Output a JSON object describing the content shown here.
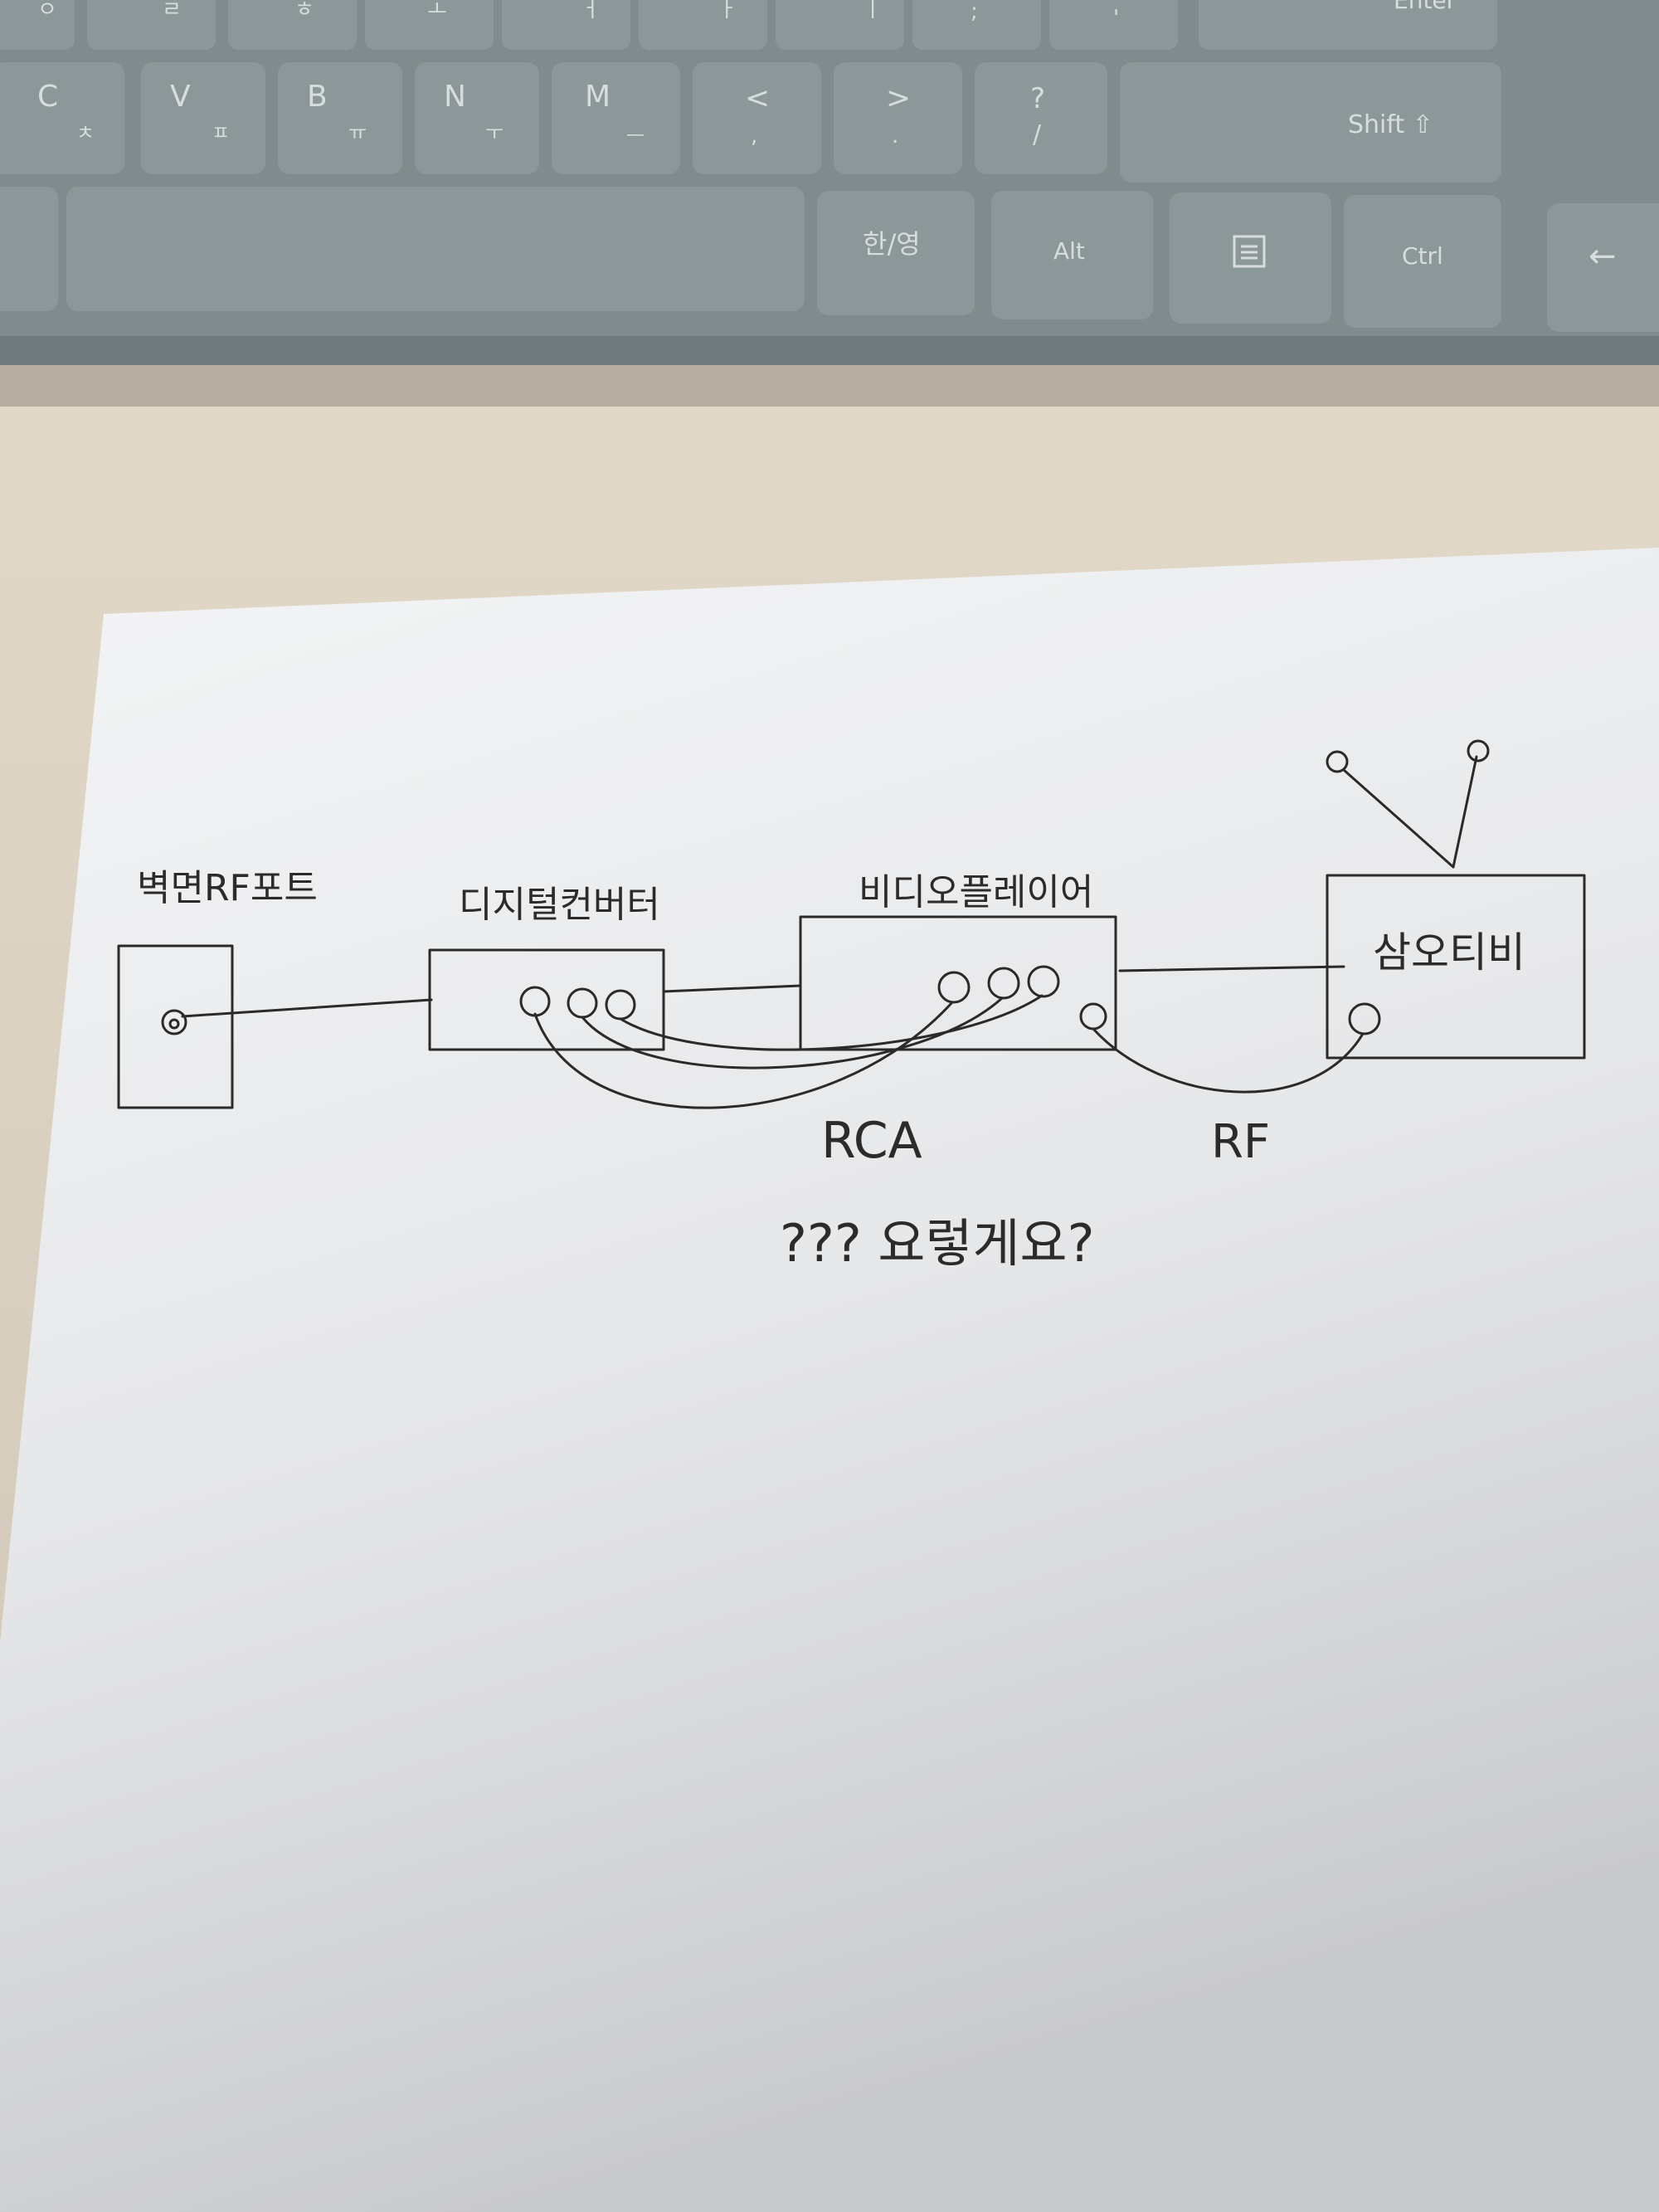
{
  "keyboard": {
    "top_row": [
      "ㅇ",
      "ㄹ",
      "ㅎ",
      "ㅗ",
      "ㅓ",
      "ㅏ",
      "ㅣ",
      ";",
      "'",
      "Enter"
    ],
    "middle_row": [
      {
        "main": "C",
        "sub": "ㅊ"
      },
      {
        "main": "V",
        "sub": "ㅍ"
      },
      {
        "main": "B",
        "sub": "ㅠ"
      },
      {
        "main": "N",
        "sub": "ㅜ"
      },
      {
        "main": "M",
        "sub": "ㅡ"
      },
      {
        "main": "<",
        "sub": ","
      },
      {
        "main": ">",
        "sub": "."
      },
      {
        "main": "?",
        "sub": "/"
      },
      {
        "main": "Shift ⇧",
        "sub": ""
      }
    ],
    "bottom_row": [
      "",
      "",
      "한/영",
      "Alt",
      "menu-icon",
      "Ctrl",
      "←"
    ]
  },
  "sketch": {
    "wall_port_label": "벽면RF포트",
    "converter_label": "디지털컨버터",
    "video_player_label": "비디오플레이어",
    "tv_label": "삼오티비",
    "rca_label": "RCA",
    "rf_label": "RF",
    "question": "??? 요렇게요?"
  },
  "colors": {
    "keyboard_body": "#7f8b8d",
    "key_cap": "#8c9799",
    "desk": "#d8cfc1",
    "paper": "#f4f4f4",
    "ink": "#2a2a2a"
  }
}
